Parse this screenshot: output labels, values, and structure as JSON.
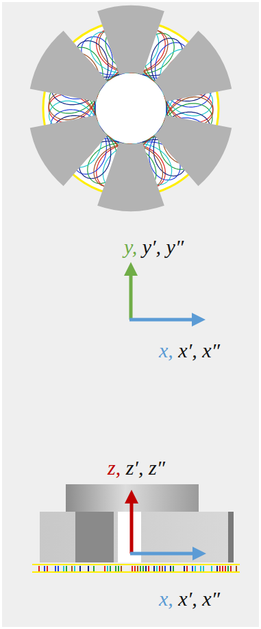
{
  "diagram": {
    "labels": [
      "y, y′, y″",
      "x, x′, x″",
      "z, z′, z″",
      "x, x′, x″"
    ]
  }
}
